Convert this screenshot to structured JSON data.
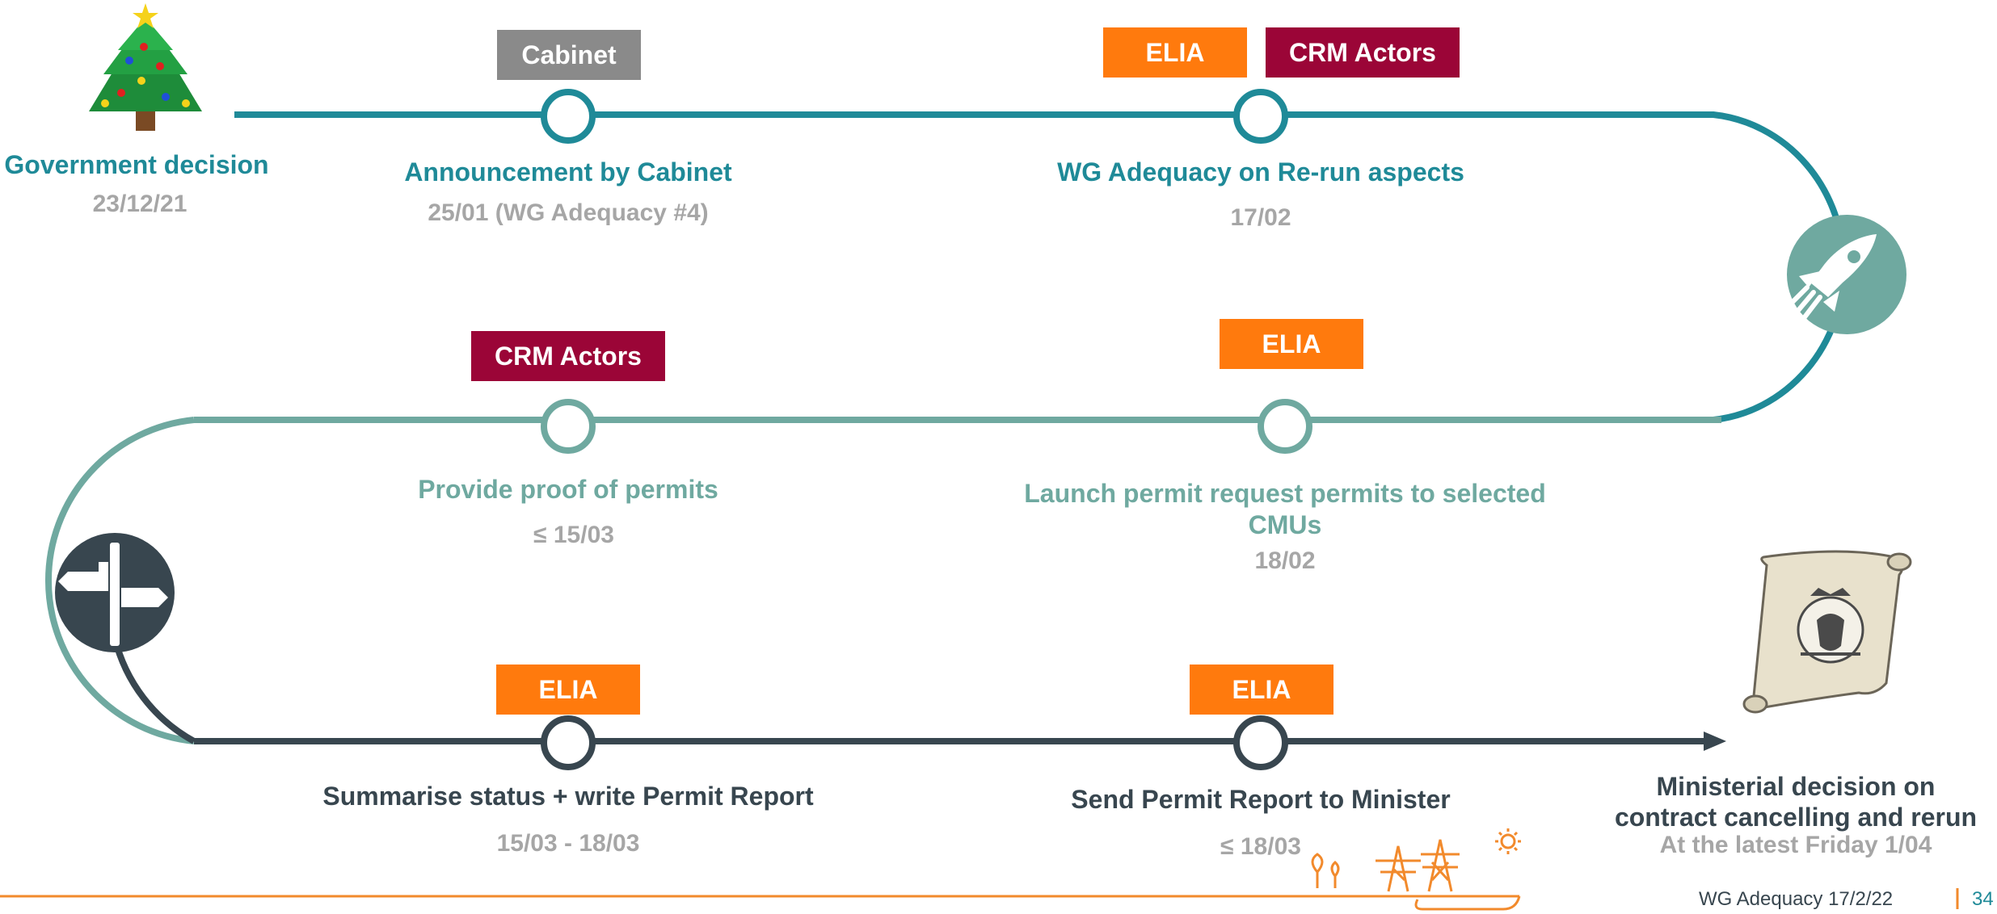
{
  "milestones": [
    {
      "title": "Government decision",
      "date": "23/12/21"
    },
    {
      "title": "Announcement by Cabinet",
      "date": "25/01 (WG Adequacy #4)"
    },
    {
      "title": "WG Adequacy on Re-run aspects",
      "date": "17/02"
    },
    {
      "title": "Provide proof of permits",
      "date": "≤ 15/03"
    },
    {
      "title": "Launch permit request permits to selected CMUs",
      "date": "18/02"
    },
    {
      "title": "Summarise status + write Permit Report",
      "date": "15/03 - 18/03"
    },
    {
      "title": "Send Permit Report to Minister",
      "date": "≤ 18/03"
    },
    {
      "title": "Ministerial decision on contract cancelling and rerun",
      "date": "At the latest Friday 1/04"
    }
  ],
  "badges": {
    "cabinet": "Cabinet",
    "elia": "ELIA",
    "crm_actors": "CRM Actors"
  },
  "footer": {
    "label": "WG Adequacy 17/2/22",
    "separator": "|",
    "page": "34"
  },
  "colors": {
    "row1_line": "#1f8a98",
    "row2_line": "#6fa9a0",
    "row3_line": "#38464f",
    "elia": "#ff7a0d",
    "crm_actors": "#9b0537",
    "cabinet": "#8a8a8a",
    "date_grey": "#a6a6a6",
    "footer_line": "#f28a2c"
  },
  "icons": [
    "christmas-tree-icon",
    "rocket-icon",
    "signpost-icon",
    "royal-decree-scroll-icon",
    "power-pylon-icon",
    "sun-icon",
    "tree-icon"
  ]
}
